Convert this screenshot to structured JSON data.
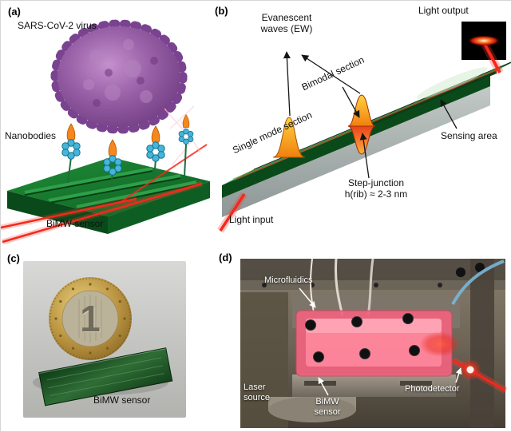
{
  "panel_a": {
    "label": "(a)",
    "virus_caption": "SARS-CoV-2 virus",
    "nanobodies_label": "Nanobodies",
    "sensor_label": "BiMW sensor"
  },
  "panel_b": {
    "label": "(b)",
    "evanescent_label": "Evanescent waves (EW)",
    "light_output_label": "Light output",
    "bimodal_label": "Bimodal section",
    "single_mode_label": "Single mode section",
    "sensing_area_label": "Sensing area",
    "step_junction_line1": "Step-junction",
    "step_junction_line2": "h(rib) ≈ 2-3 nm",
    "light_input_label": "Light input"
  },
  "panel_c": {
    "label": "(c)",
    "sensor_label": "BiMW sensor",
    "coin_digit": "1"
  },
  "panel_d": {
    "label": "(d)",
    "microfluidics_label": "Microfluidics",
    "laser_source_label": "Laser source",
    "sensor_label": "BiMW sensor",
    "photodetector_label": "Photodetector"
  },
  "colors": {
    "chip_green": "#178030",
    "chip_green_dark": "#0a4a1a",
    "substrate_gray": "#a3acab",
    "laser_red": "#f5281c",
    "virus_purple": "#9a62a8",
    "nanobody_blue": "#45b6da",
    "spike_orange": "#f5871f",
    "coin_gold": "#c09244",
    "fluid_pink": "#f2637f"
  }
}
